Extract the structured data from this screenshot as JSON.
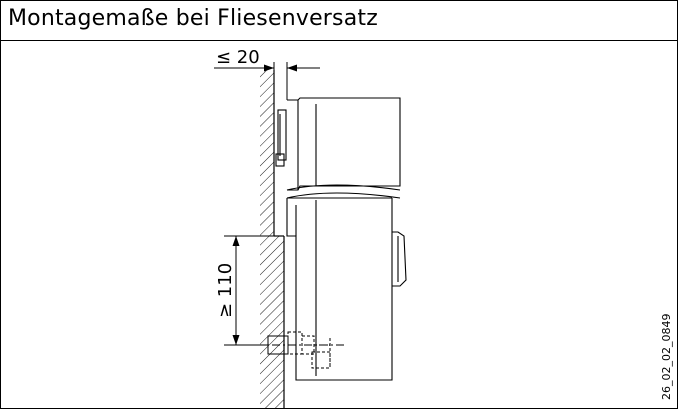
{
  "title": "Montagemaße bei Fliesenversatz",
  "dimension_top": "≤ 20",
  "dimension_side": "≥ 110",
  "figure_code": "26_02_02_0849"
}
